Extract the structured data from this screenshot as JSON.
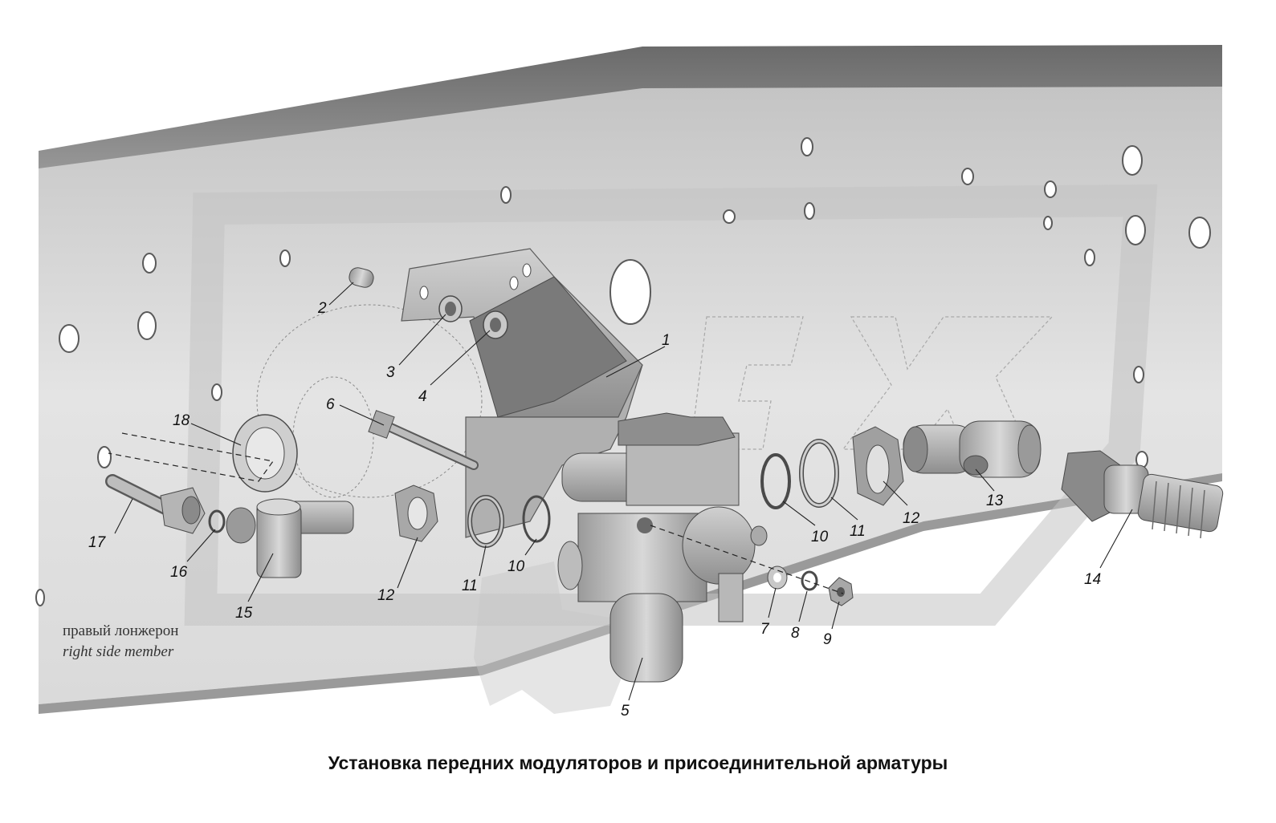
{
  "caption": "Установка передних модуляторов и присоединительной арматуры",
  "frame_label": {
    "ru": "правый лонжерон",
    "en": "right side member"
  },
  "callouts": [
    {
      "id": "c1",
      "text": "1"
    },
    {
      "id": "c2",
      "text": "2"
    },
    {
      "id": "c3",
      "text": "3"
    },
    {
      "id": "c4",
      "text": "4"
    },
    {
      "id": "c5",
      "text": "5"
    },
    {
      "id": "c6",
      "text": "6"
    },
    {
      "id": "c7",
      "text": "7"
    },
    {
      "id": "c8",
      "text": "8"
    },
    {
      "id": "c9",
      "text": "9"
    },
    {
      "id": "c10a",
      "text": "10"
    },
    {
      "id": "c10b",
      "text": "10"
    },
    {
      "id": "c11a",
      "text": "11"
    },
    {
      "id": "c11b",
      "text": "11"
    },
    {
      "id": "c12a",
      "text": "12"
    },
    {
      "id": "c12b",
      "text": "12"
    },
    {
      "id": "c13",
      "text": "13"
    },
    {
      "id": "c14",
      "text": "14"
    },
    {
      "id": "c15",
      "text": "15"
    },
    {
      "id": "c16",
      "text": "16"
    },
    {
      "id": "c17",
      "text": "17"
    },
    {
      "id": "c18",
      "text": "18"
    }
  ],
  "colors": {
    "frame_top": "#7a7a7a",
    "frame_web": "#d9d9d9",
    "part_fill": "#bdbdbd",
    "part_dark": "#6e6e6e",
    "watermark": "#c8c8c8"
  }
}
